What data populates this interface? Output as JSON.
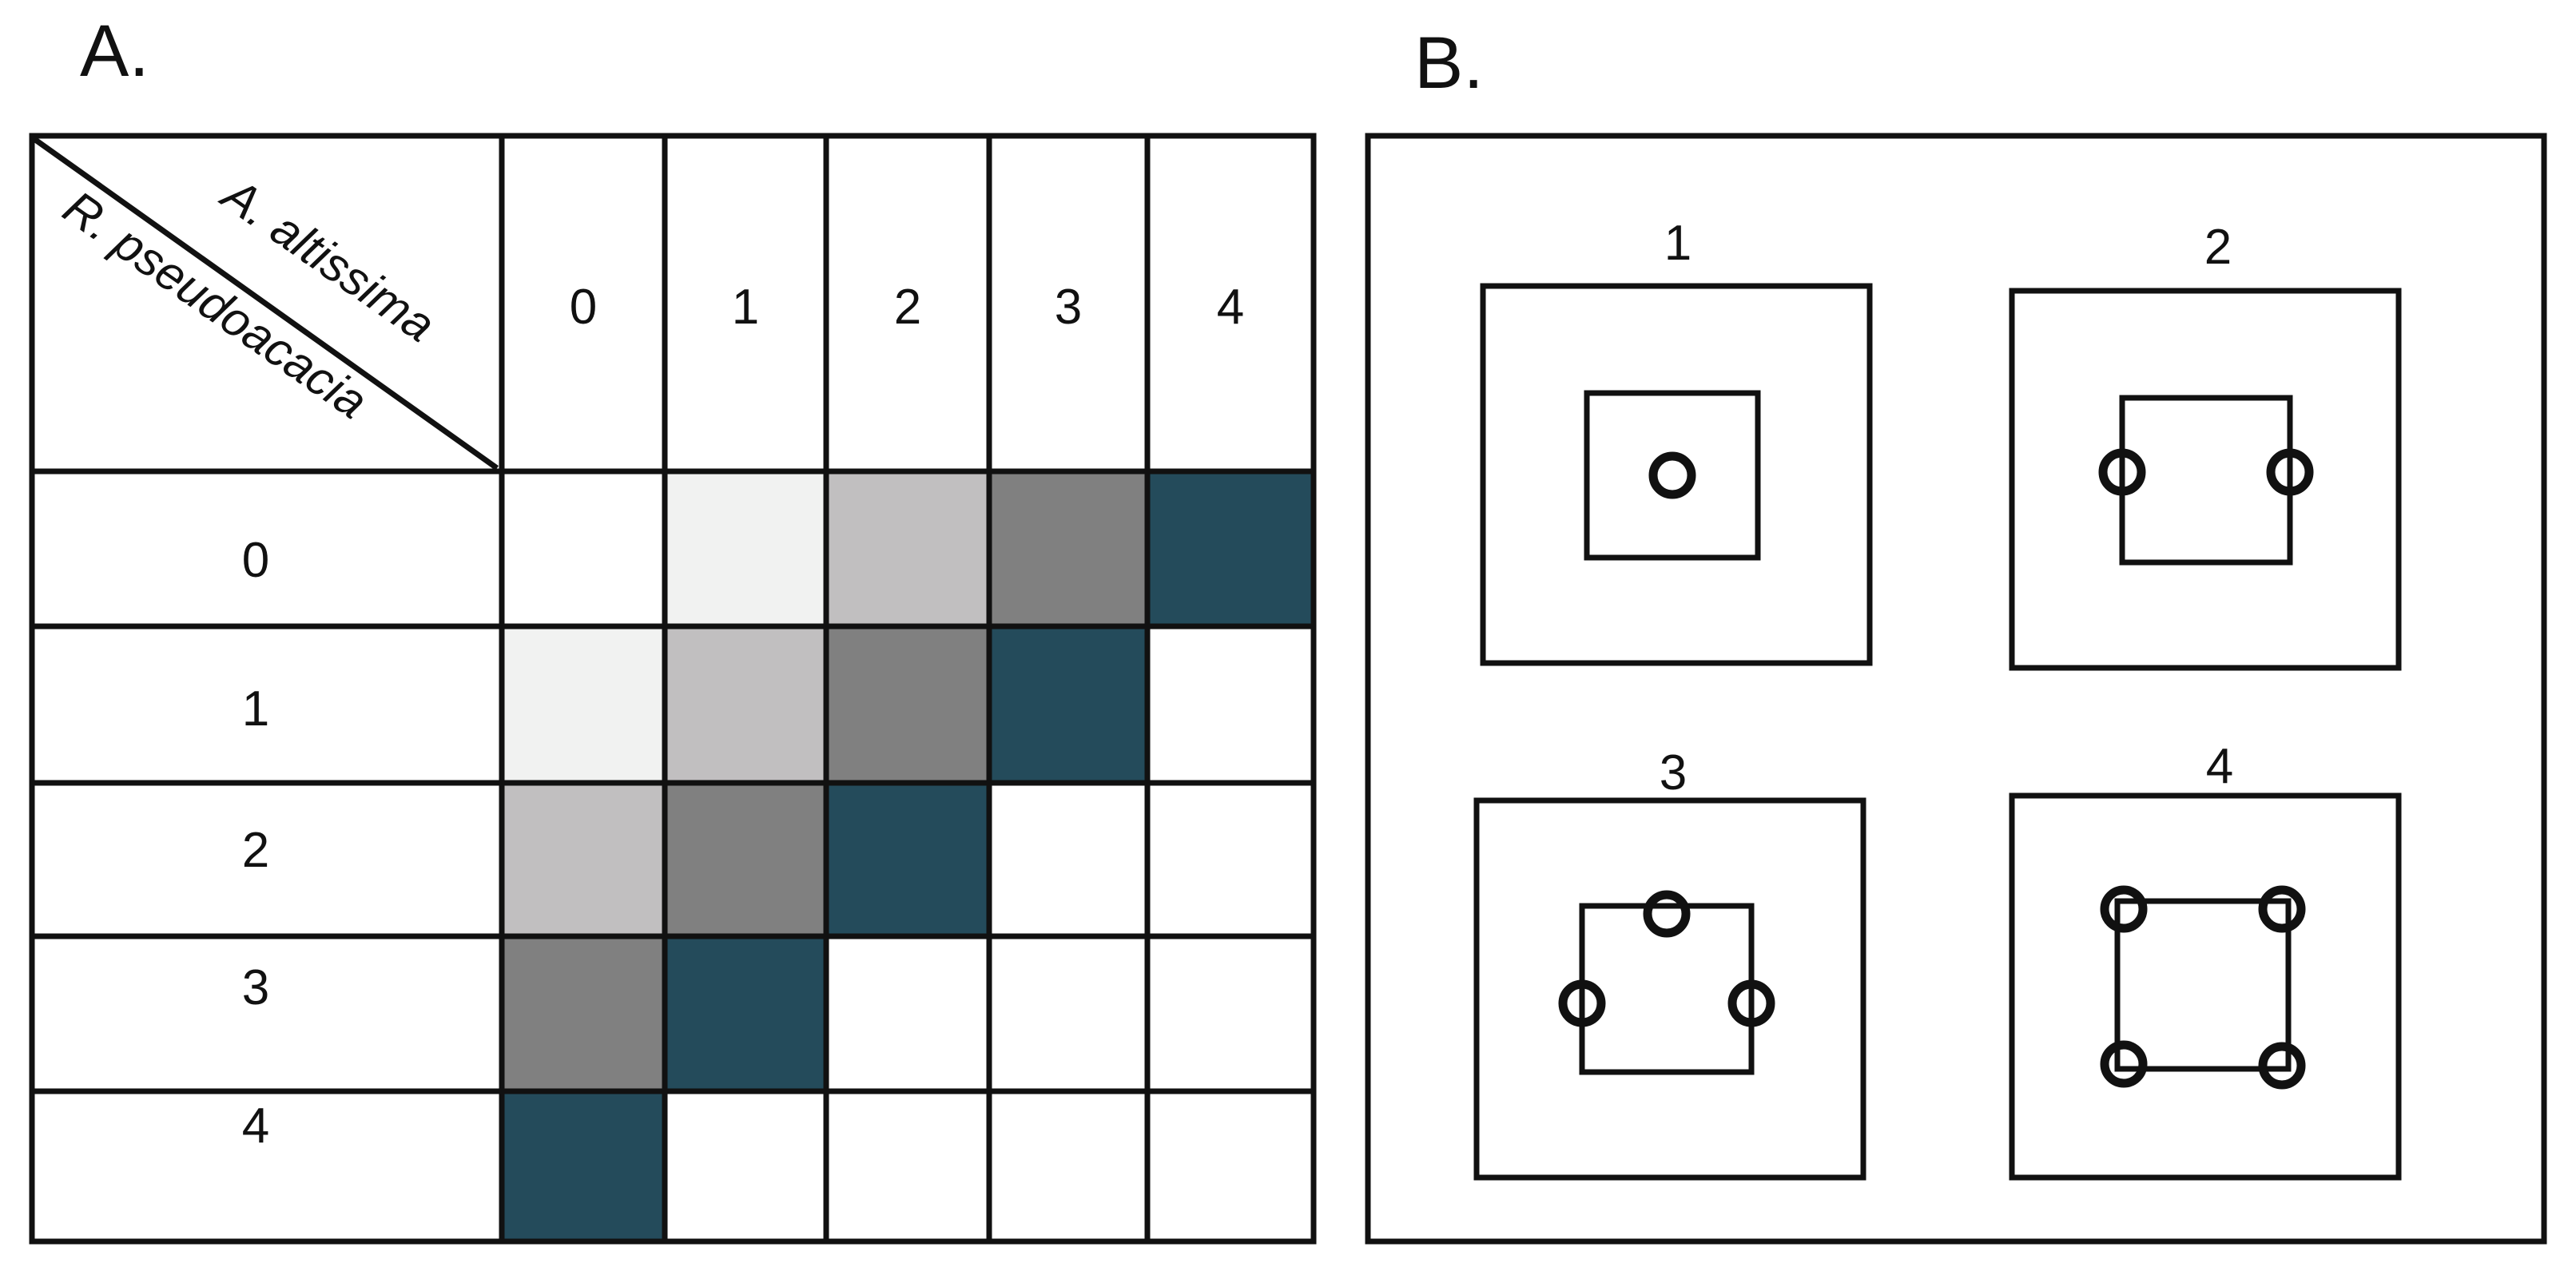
{
  "panels": {
    "a_label": "A.",
    "b_label": "B."
  },
  "grid": {
    "column_species": "A. altissima",
    "row_species": "R. pseudoacacia",
    "column_labels": [
      "0",
      "1",
      "2",
      "3",
      "4"
    ],
    "row_labels": [
      "0",
      "1",
      "2",
      "3",
      "4"
    ],
    "level_colors": [
      "#ffffff",
      "#f1f2f1",
      "#c1bfc0",
      "#808080",
      "#244b5b"
    ],
    "cells": [
      [
        0,
        1,
        2,
        3,
        4
      ],
      [
        1,
        2,
        3,
        4,
        0
      ],
      [
        2,
        3,
        4,
        0,
        0
      ],
      [
        3,
        4,
        0,
        0,
        0
      ],
      [
        4,
        0,
        0,
        0,
        0
      ]
    ]
  },
  "layouts": [
    {
      "label": "1",
      "circles": 1
    },
    {
      "label": "2",
      "circles": 2
    },
    {
      "label": "3",
      "circles": 3
    },
    {
      "label": "4",
      "circles": 4
    }
  ]
}
